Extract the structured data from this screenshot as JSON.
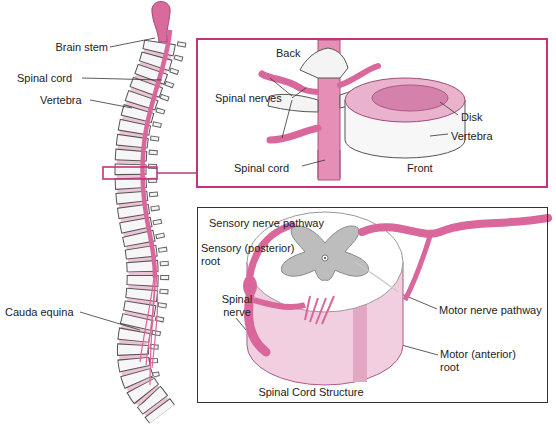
{
  "diagram": {
    "nodes": [
      {
        "text": [
          "Back",
          "Spinal nerves",
          "Disk",
          "Vertebra",
          "Spinal cord",
          "Front"
        ]
      },
      {
        "text": [
          "Sensory nerve pathway",
          "Sensory (posterior) root",
          "Spinal nerve",
          "Motor nerve pathway",
          "Motor (anterior) root",
          "Spinal Cord Structure"
        ]
      }
    ],
    "labels": [
      "Brain stem",
      "Spinal cord",
      "Vertebra",
      "Cauda equina"
    ]
  }
}
